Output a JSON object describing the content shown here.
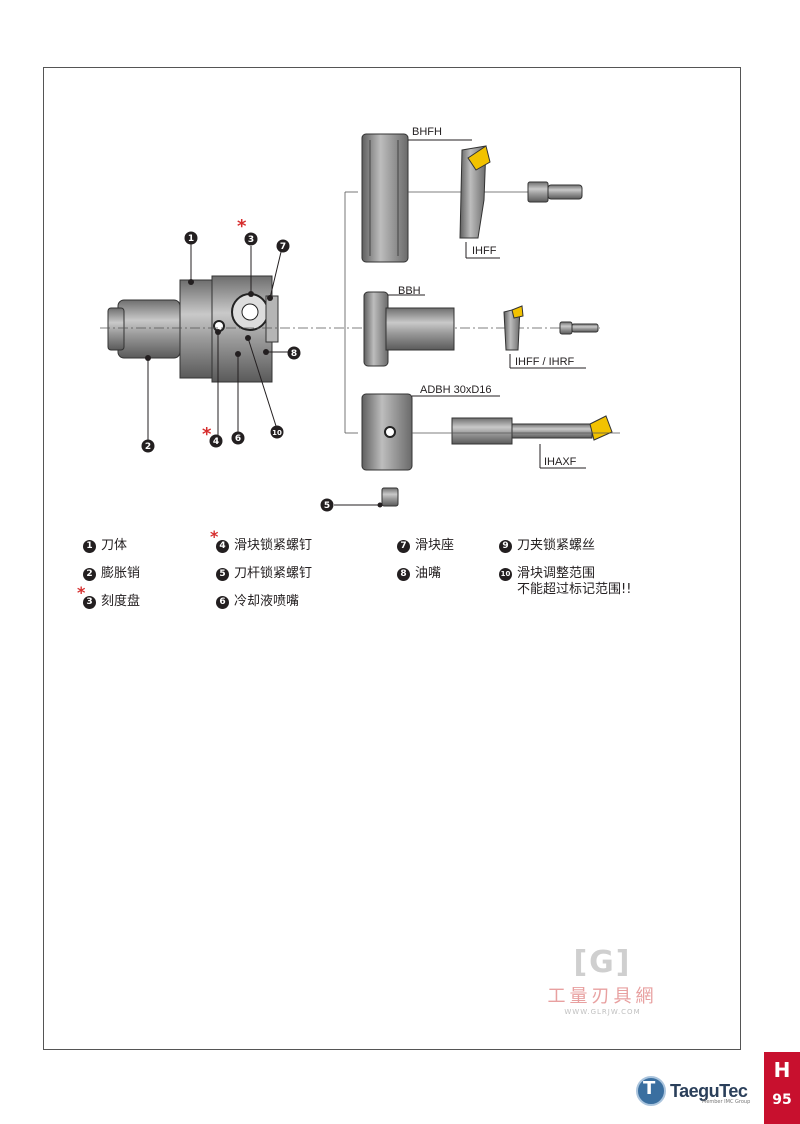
{
  "callouts": {
    "bhfh": "BHFH",
    "ihff": "IHFF",
    "bbh": "BBH",
    "ihff_ihrf": "IHFF / IHRF",
    "adbh": "ADBH 30xD16",
    "ihaxf": "IHAXF"
  },
  "part_numbers": [
    "1",
    "2",
    "3",
    "4",
    "5",
    "6",
    "7",
    "8",
    "10"
  ],
  "legend": [
    {
      "num": "1",
      "label": "刀体",
      "star": false
    },
    {
      "num": "2",
      "label": "膨胀销",
      "star": false
    },
    {
      "num": "3",
      "label": "刻度盘",
      "star": true
    },
    {
      "num": "4",
      "label": "滑块锁紧螺钉",
      "star": true
    },
    {
      "num": "5",
      "label": "刀杆锁紧螺钉",
      "star": false
    },
    {
      "num": "6",
      "label": "冷却液喷嘴",
      "star": false
    },
    {
      "num": "7",
      "label": "滑块座",
      "star": false
    },
    {
      "num": "8",
      "label": "油嘴",
      "star": false
    },
    {
      "num": "9",
      "label": "刀夹锁紧螺丝",
      "star": false
    },
    {
      "num": "10",
      "label": "滑块调整范围",
      "label2": "不能超过标记范围!!",
      "star": false
    }
  ],
  "star_symbol": "*",
  "watermark": {
    "logo": "[G]",
    "text": "工量刃具網",
    "url": "WWW.GLRJW.COM"
  },
  "section": {
    "letter": "H",
    "page": "95"
  },
  "brand": {
    "name": "TaeguTec",
    "tagline": "Member IMC Group",
    "logo_letter": "T"
  },
  "colors": {
    "accent_red": "#c8102e",
    "star_red": "#d62d2d",
    "insert_yellow": "#f2c200",
    "part_gray": "#8a8a8a"
  }
}
